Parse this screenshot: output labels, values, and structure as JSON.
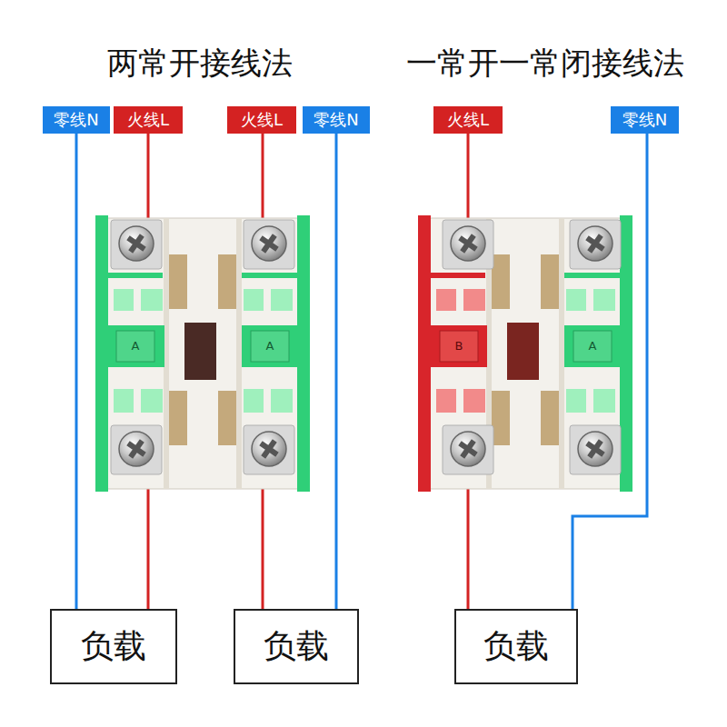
{
  "diagram": {
    "nodes": [
      {
        "text": [
          "零线N"
        ]
      },
      {
        "text": [
          "火线L"
        ]
      },
      {
        "text": [
          "火线L"
        ]
      },
      {
        "text": [
          "零线N"
        ]
      },
      {
        "text": [
          "火线L"
        ]
      },
      {
        "text": [
          "零线N"
        ]
      },
      {
        "text": [
          "负载"
        ]
      },
      {
        "text": [
          "负载"
        ]
      },
      {
        "text": [
          "负载"
        ]
      }
    ],
    "edges": [
      {
        "from": 0,
        "to": 6,
        "arrow": "none"
      },
      {
        "from": 1,
        "to": 6,
        "arrow": "none"
      },
      {
        "from": 2,
        "to": 7,
        "arrow": "none"
      },
      {
        "from": 3,
        "to": 7,
        "arrow": "none"
      },
      {
        "from": 4,
        "to": 8,
        "arrow": "none"
      },
      {
        "from": 5,
        "to": 8,
        "arrow": "none"
      }
    ],
    "labels": [
      "两常开接线法",
      "一常开一常闭接线法",
      "A",
      "A",
      "B",
      "A"
    ]
  }
}
